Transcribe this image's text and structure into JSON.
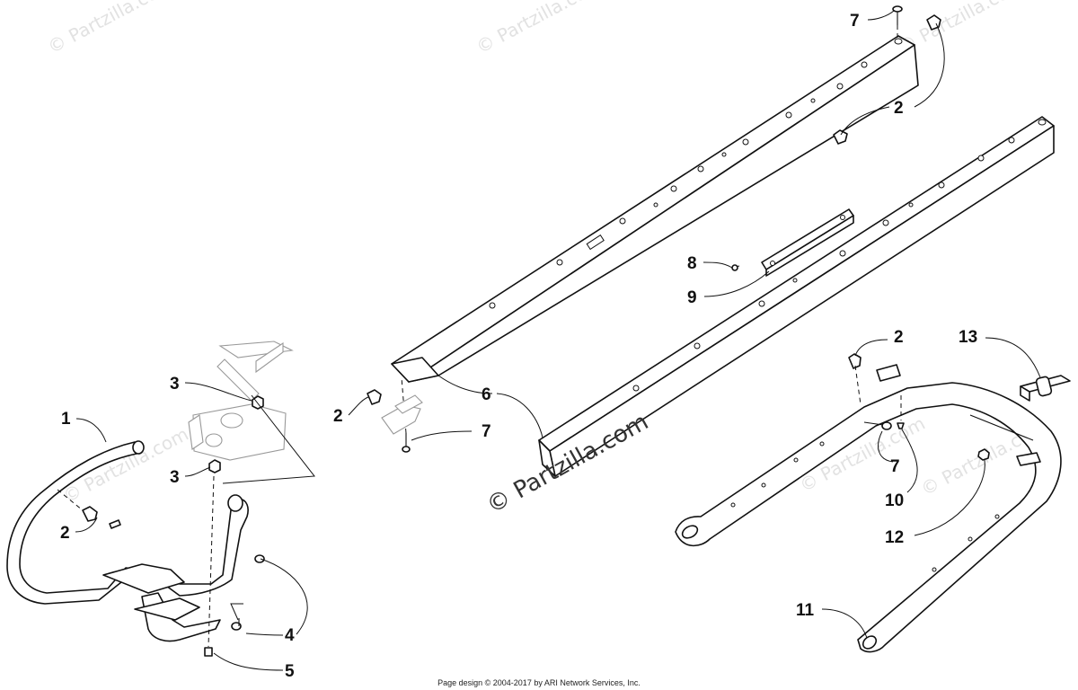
{
  "watermarks": [
    "© Partzilla.com",
    "© Partzilla.com",
    "© Partzilla.com",
    "© Partzilla.com",
    "© Partzilla.com",
    "© Partzilla.com"
  ],
  "center_watermark": "© Partzilla.com",
  "callouts": [
    "1",
    "2",
    "2",
    "2",
    "2",
    "3",
    "3",
    "4",
    "5",
    "6",
    "7",
    "7",
    "7",
    "8",
    "9",
    "10",
    "11",
    "12",
    "13"
  ],
  "footer": "Page design © 2004-2017 by ARI Network Services, Inc."
}
